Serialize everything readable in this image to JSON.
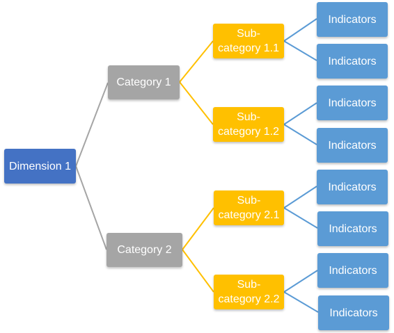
{
  "colors": {
    "dimension": "#4472c4",
    "category": "#a5a5a5",
    "subcategory": "#ffc000",
    "indicator": "#5b9bd5",
    "line_gray": "#a5a5a5",
    "line_yellow": "#ffc000",
    "line_blue": "#5b9bd5"
  },
  "dimension": {
    "label": "Dimension 1"
  },
  "categories": [
    {
      "label": "Category 1",
      "subcategories": [
        {
          "line1": "Sub-",
          "line2": "category 1.1",
          "indicators": [
            "Indicators",
            "Indicators"
          ]
        },
        {
          "line1": "Sub-",
          "line2": "category 1.2",
          "indicators": [
            "Indicators",
            "Indicators"
          ]
        }
      ]
    },
    {
      "label": "Category 2",
      "subcategories": [
        {
          "line1": "Sub-",
          "line2": "category 2.1",
          "indicators": [
            "Indicators",
            "Indicators"
          ]
        },
        {
          "line1": "Sub-",
          "line2": "category 2.2",
          "indicators": [
            "Indicators",
            "Indicators"
          ]
        }
      ]
    }
  ]
}
